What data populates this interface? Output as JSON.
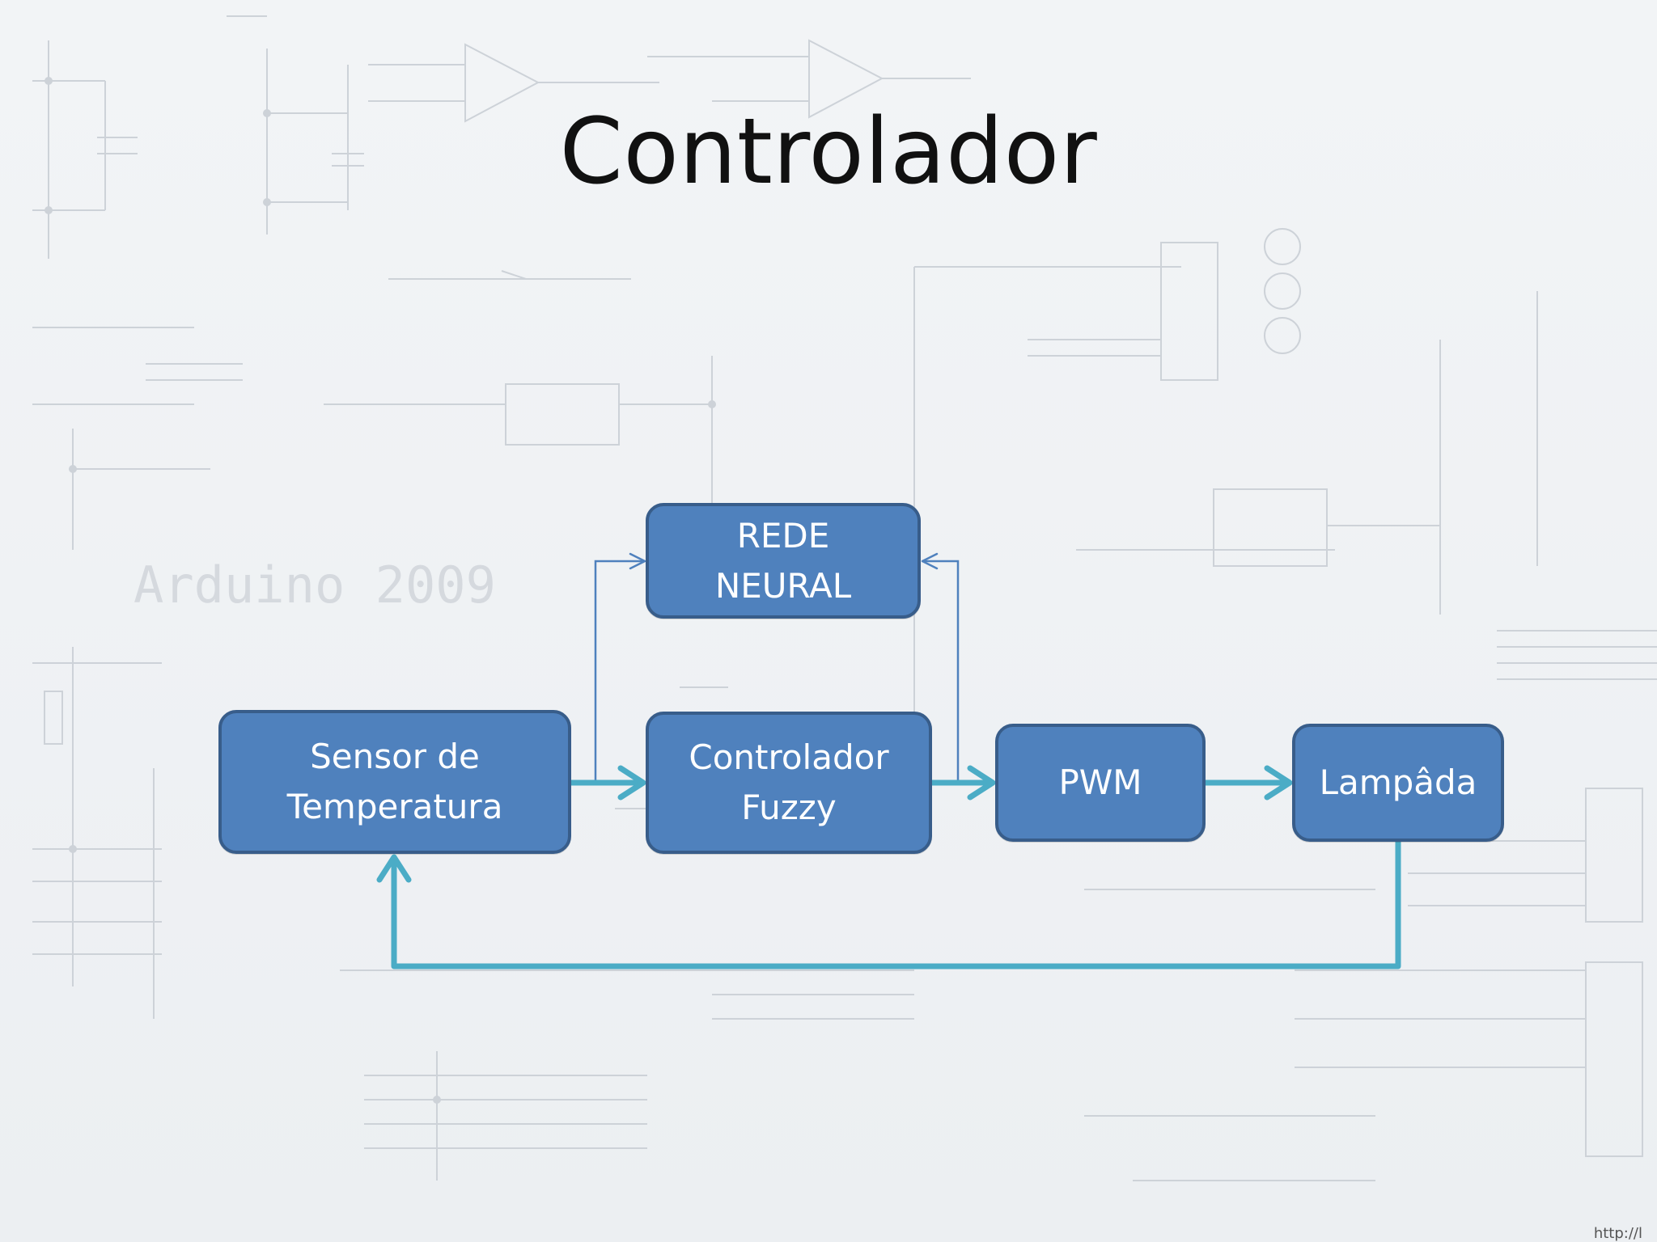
{
  "slide": {
    "title": "Controlador",
    "background": {
      "watermark_text": "Arduino 2009",
      "colors": {
        "paper": "#eef1f4",
        "ink": "#c9ced4"
      }
    },
    "footer_url": "http://l"
  },
  "diagram": {
    "colors": {
      "block_fill": "#4f81bd",
      "block_border": "#385d8a",
      "block_text": "#ffffff",
      "thick_arrow": "#4bacc6",
      "thin_arrow": "#4f81bd"
    },
    "nodes": [
      {
        "id": "neural",
        "label": "REDE\nNEURAL"
      },
      {
        "id": "sensor",
        "label": "Sensor de\nTemperatura"
      },
      {
        "id": "fuzzy",
        "label": "Controlador\nFuzzy"
      },
      {
        "id": "pwm",
        "label": "PWM"
      },
      {
        "id": "lamp",
        "label": "Lampâda"
      }
    ],
    "edges": [
      {
        "from": "sensor",
        "to": "fuzzy",
        "style": "thick"
      },
      {
        "from": "fuzzy",
        "to": "pwm",
        "style": "thick"
      },
      {
        "from": "pwm",
        "to": "lamp",
        "style": "thick"
      },
      {
        "from": "lamp",
        "to": "sensor",
        "style": "thick",
        "kind": "feedback"
      },
      {
        "from": "sensor",
        "to": "neural",
        "style": "thin"
      },
      {
        "from": "fuzzy",
        "to": "neural",
        "style": "thin"
      }
    ]
  }
}
